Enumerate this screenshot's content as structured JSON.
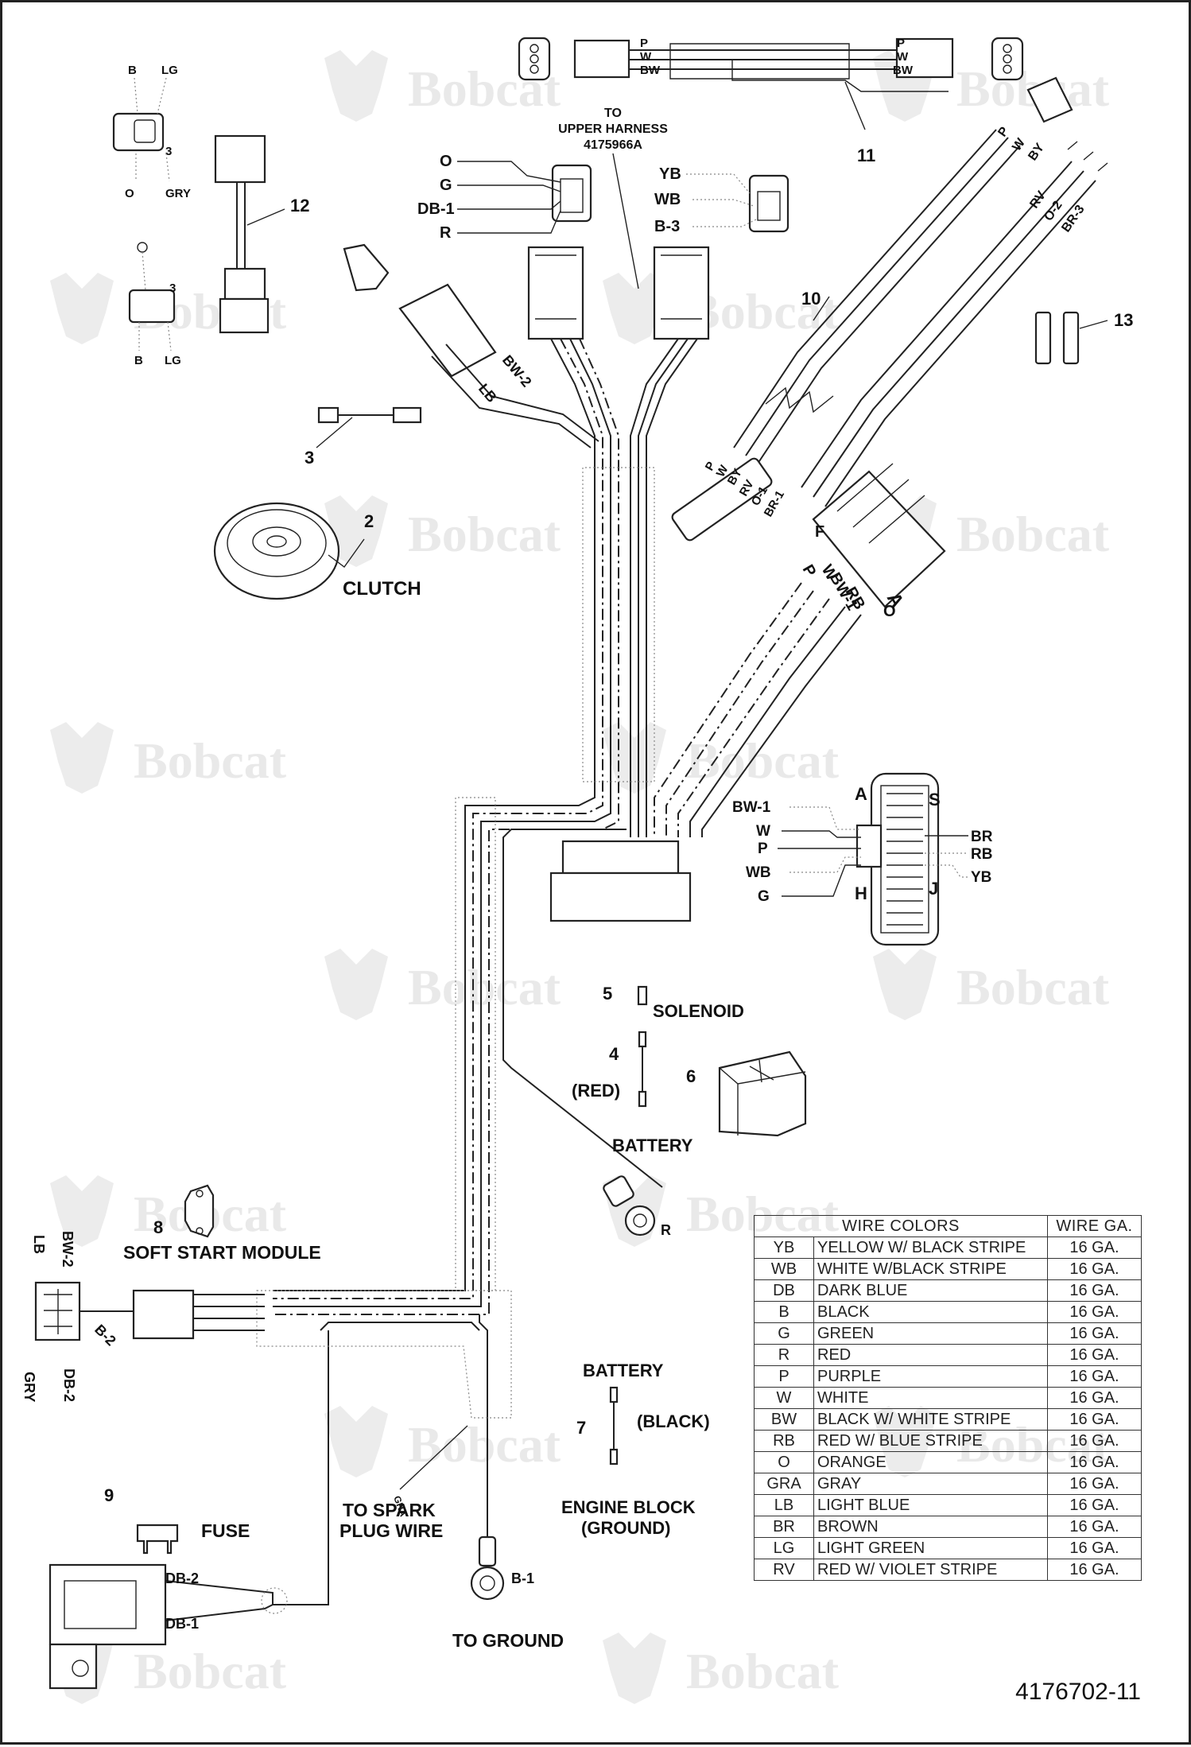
{
  "watermark_text": "Bobcat",
  "labels": {
    "to_upper_harness": [
      "TO",
      "UPPER HARNESS",
      "4175966A"
    ],
    "clutch": "CLUTCH",
    "solenoid": "SOLENOID",
    "red": "(RED)",
    "battery_pos": "BATTERY",
    "soft_start_module": "SOFT START MODULE",
    "fuse": "FUSE",
    "battery_neg": "BATTERY",
    "black": "(BLACK)",
    "engine_block": [
      "ENGINE BLOCK",
      "(GROUND)"
    ],
    "to_spark_plug": [
      "TO SPARK",
      "PLUG WIRE"
    ],
    "to_ground": "TO GROUND"
  },
  "callouts": [
    "2",
    "3",
    "4",
    "5",
    "6",
    "7",
    "8",
    "9",
    "10",
    "11",
    "12",
    "13"
  ],
  "wire_tags": {
    "top_connector_left": [
      "O",
      "G",
      "DB-1",
      "R"
    ],
    "top_connector_right": [
      "YB",
      "WB",
      "B-3"
    ],
    "harness_11": [
      "P",
      "W",
      "BW"
    ],
    "connector_12_top": [
      "B",
      "LG",
      "O",
      "GRY",
      "3"
    ],
    "connector_12_bottom": [
      "B",
      "LG",
      "3"
    ],
    "harness_10_upper": [
      "BY",
      "W",
      "P",
      "RV",
      "O-2",
      "BR-3"
    ],
    "harness_10_lower": [
      "P",
      "W",
      "BY",
      "RV",
      "O-1",
      "BR-1"
    ],
    "main_plug_wires": [
      "F",
      "P",
      "W",
      "BW-1",
      "RB",
      "O",
      "A"
    ],
    "harness_branch": [
      "BW-2",
      "LB"
    ],
    "pin_connector_left": [
      "BW-1",
      "W",
      "P",
      "WB",
      "G"
    ],
    "pin_connector_right": [
      "BR",
      "RB",
      "YB"
    ],
    "pin_connector_corners": [
      "A",
      "S",
      "H",
      "J"
    ],
    "ring_terminal_r": "R",
    "ring_terminal_b1": "B-1",
    "spark_tag": "GRA",
    "soft_start_wires": [
      "LB",
      "BW-2",
      "B-2",
      "GRY",
      "DB-2"
    ],
    "fuse_wires": [
      "DB-2",
      "DB-1"
    ]
  },
  "wire_legend": {
    "header": [
      "WIRE COLORS",
      "WIRE GA."
    ],
    "rows": [
      {
        "code": "YB",
        "name": "YELLOW W/ BLACK STRIPE",
        "gauge": "16 GA."
      },
      {
        "code": "WB",
        "name": "WHITE W/BLACK STRIPE",
        "gauge": "16 GA."
      },
      {
        "code": "DB",
        "name": "DARK BLUE",
        "gauge": "16 GA."
      },
      {
        "code": "B",
        "name": "BLACK",
        "gauge": "16 GA."
      },
      {
        "code": "G",
        "name": "GREEN",
        "gauge": "16 GA."
      },
      {
        "code": "R",
        "name": "RED",
        "gauge": "16 GA."
      },
      {
        "code": "P",
        "name": "PURPLE",
        "gauge": "16 GA."
      },
      {
        "code": "W",
        "name": "WHITE",
        "gauge": "16 GA."
      },
      {
        "code": "BW",
        "name": "BLACK W/ WHITE STRIPE",
        "gauge": "16 GA."
      },
      {
        "code": "RB",
        "name": "RED W/ BLUE STRIPE",
        "gauge": "16 GA."
      },
      {
        "code": "O",
        "name": "ORANGE",
        "gauge": "16 GA."
      },
      {
        "code": "GRA",
        "name": "GRAY",
        "gauge": "16 GA."
      },
      {
        "code": "LB",
        "name": "LIGHT BLUE",
        "gauge": "16 GA."
      },
      {
        "code": "BR",
        "name": "BROWN",
        "gauge": "16 GA."
      },
      {
        "code": "LG",
        "name": "LIGHT GREEN",
        "gauge": "16 GA."
      },
      {
        "code": "RV",
        "name": "RED W/ VIOLET STRIPE",
        "gauge": "16 GA."
      }
    ]
  },
  "drawing_number": "4176702-11"
}
